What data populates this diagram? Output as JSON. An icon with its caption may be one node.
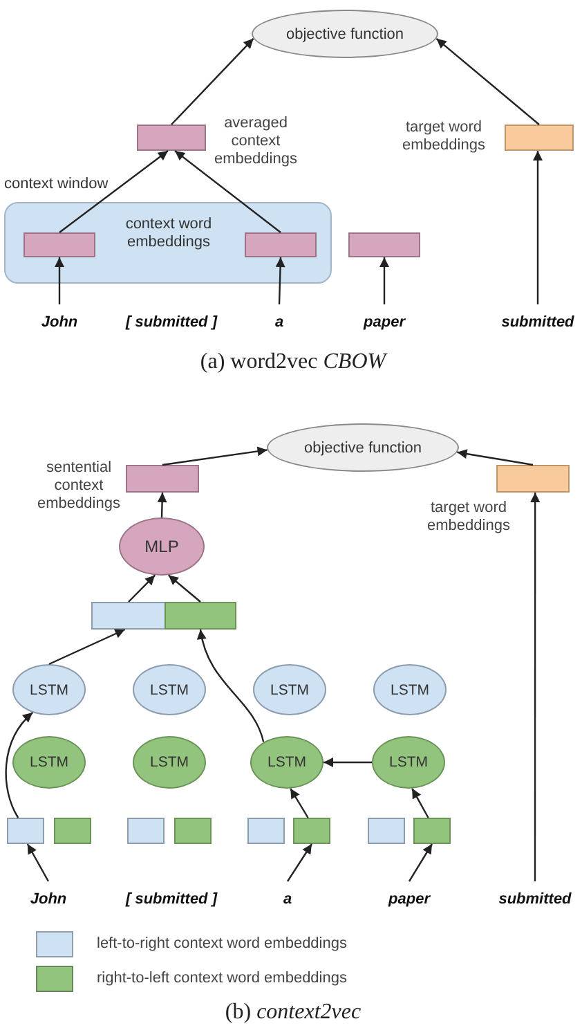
{
  "diagram": {
    "nodes": [
      {
        "text": [
          "objective function"
        ]
      },
      {
        "text": [],
        "shape": "box",
        "beside": [
          "averaged context embeddings"
        ]
      },
      {
        "text": [],
        "shape": "box",
        "beside": [
          "target word embeddings"
        ]
      },
      {
        "text": [
          "context window",
          "context word embeddings"
        ]
      },
      {
        "text": [],
        "shape": "box",
        "in": 3
      },
      {
        "text": [],
        "shape": "box",
        "in": 3
      },
      {
        "text": [],
        "shape": "box"
      },
      {
        "text": [
          "John"
        ]
      },
      {
        "text": [
          "a"
        ]
      },
      {
        "text": [
          "paper"
        ]
      },
      {
        "text": [
          "submitted"
        ]
      },
      {
        "text": [
          "objective function"
        ]
      },
      {
        "text": [],
        "shape": "box",
        "beside": [
          "sentential context embeddings"
        ]
      },
      {
        "text": [],
        "shape": "box",
        "beside": [
          "target word embeddings"
        ]
      },
      {
        "text": [
          "MLP"
        ]
      },
      {
        "text": [],
        "shape": "box"
      },
      {
        "text": [],
        "shape": "box"
      },
      {
        "text": [
          "LSTM"
        ]
      },
      {
        "text": [
          "LSTM"
        ]
      },
      {
        "text": [
          "LSTM"
        ]
      },
      {
        "text": [
          "LSTM"
        ]
      },
      {
        "text": [
          "LSTM"
        ]
      },
      {
        "text": [
          "LSTM"
        ]
      },
      {
        "text": [
          "LSTM"
        ]
      },
      {
        "text": [
          "LSTM"
        ]
      },
      {
        "text": [],
        "shape": "box"
      },
      {
        "text": [],
        "shape": "box"
      },
      {
        "text": [],
        "shape": "box"
      },
      {
        "text": [],
        "shape": "box"
      },
      {
        "text": [],
        "shape": "box"
      },
      {
        "text": [],
        "shape": "box"
      },
      {
        "text": [],
        "shape": "box"
      },
      {
        "text": [],
        "shape": "box"
      },
      {
        "text": [
          "John"
        ]
      },
      {
        "text": [
          "a"
        ]
      },
      {
        "text": [
          "paper"
        ]
      },
      {
        "text": [
          "submitted"
        ]
      }
    ],
    "edges": [
      {
        "from": 7,
        "to": 4,
        "arrow": "to"
      },
      {
        "from": 8,
        "to": 5,
        "arrow": "to"
      },
      {
        "from": 9,
        "to": 6,
        "arrow": "to"
      },
      {
        "from": 10,
        "to": 2,
        "arrow": "to"
      },
      {
        "from": 4,
        "to": 1,
        "arrow": "to"
      },
      {
        "from": 5,
        "to": 1,
        "arrow": "to"
      },
      {
        "from": 1,
        "to": 0,
        "arrow": "to"
      },
      {
        "from": 2,
        "to": 0,
        "arrow": "to"
      },
      {
        "from": 33,
        "to": 25,
        "arrow": "to"
      },
      {
        "from": 34,
        "to": 30,
        "arrow": "to"
      },
      {
        "from": 35,
        "to": 32,
        "arrow": "to"
      },
      {
        "from": 36,
        "to": 13,
        "arrow": "to"
      },
      {
        "from": 25,
        "to": 17,
        "arrow": "to"
      },
      {
        "from": 17,
        "to": 15,
        "arrow": "to"
      },
      {
        "from": 30,
        "to": 23,
        "arrow": "to"
      },
      {
        "from": 32,
        "to": 24,
        "arrow": "to"
      },
      {
        "from": 24,
        "to": 23,
        "arrow": "to"
      },
      {
        "from": 23,
        "to": 16,
        "arrow": "to"
      },
      {
        "from": 15,
        "to": 14,
        "arrow": "to"
      },
      {
        "from": 16,
        "to": 14,
        "arrow": "to"
      },
      {
        "from": 14,
        "to": 12,
        "arrow": "to"
      },
      {
        "from": 12,
        "to": 11,
        "arrow": "to"
      },
      {
        "from": 13,
        "to": 11,
        "arrow": "to"
      }
    ],
    "labels": [
      "[ *submitted* ]",
      "(a) word2vec *CBOW*",
      "[ *submitted* ]",
      "(b) *context2vec*"
    ],
    "legend": [
      {
        "text": "left-to-right context word embeddings",
        "color": "#cfe2f3"
      },
      {
        "text": "right-to-left context word embeddings",
        "color": "#93c47d"
      }
    ]
  }
}
